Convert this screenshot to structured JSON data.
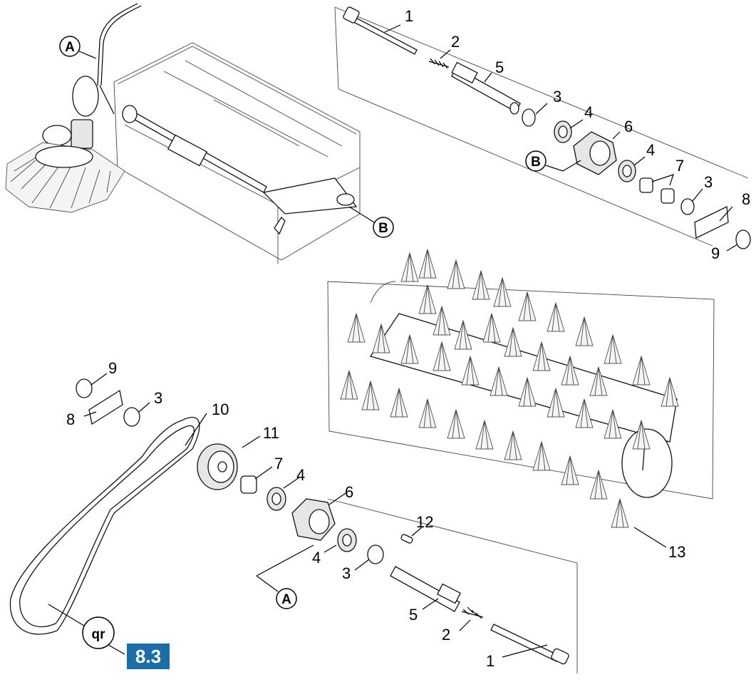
{
  "diagram": {
    "upper_assembly_labels": [
      "1",
      "2",
      "5",
      "3",
      "4",
      "6",
      "4",
      "7",
      "3",
      "8",
      "9"
    ],
    "lower_assembly_labels": [
      "9",
      "8",
      "3",
      "10",
      "11",
      "7",
      "4",
      "6",
      "4",
      "3",
      "12",
      "5",
      "2",
      "1"
    ],
    "brush_label": "13",
    "callouts": {
      "a_upper": "A",
      "b_upper": "B",
      "b_main": "B",
      "a_lower": "A",
      "qr": "qr"
    },
    "section_badge": "8.3",
    "colors": {
      "badge": "#1a6fa8",
      "line": "#000000"
    }
  }
}
